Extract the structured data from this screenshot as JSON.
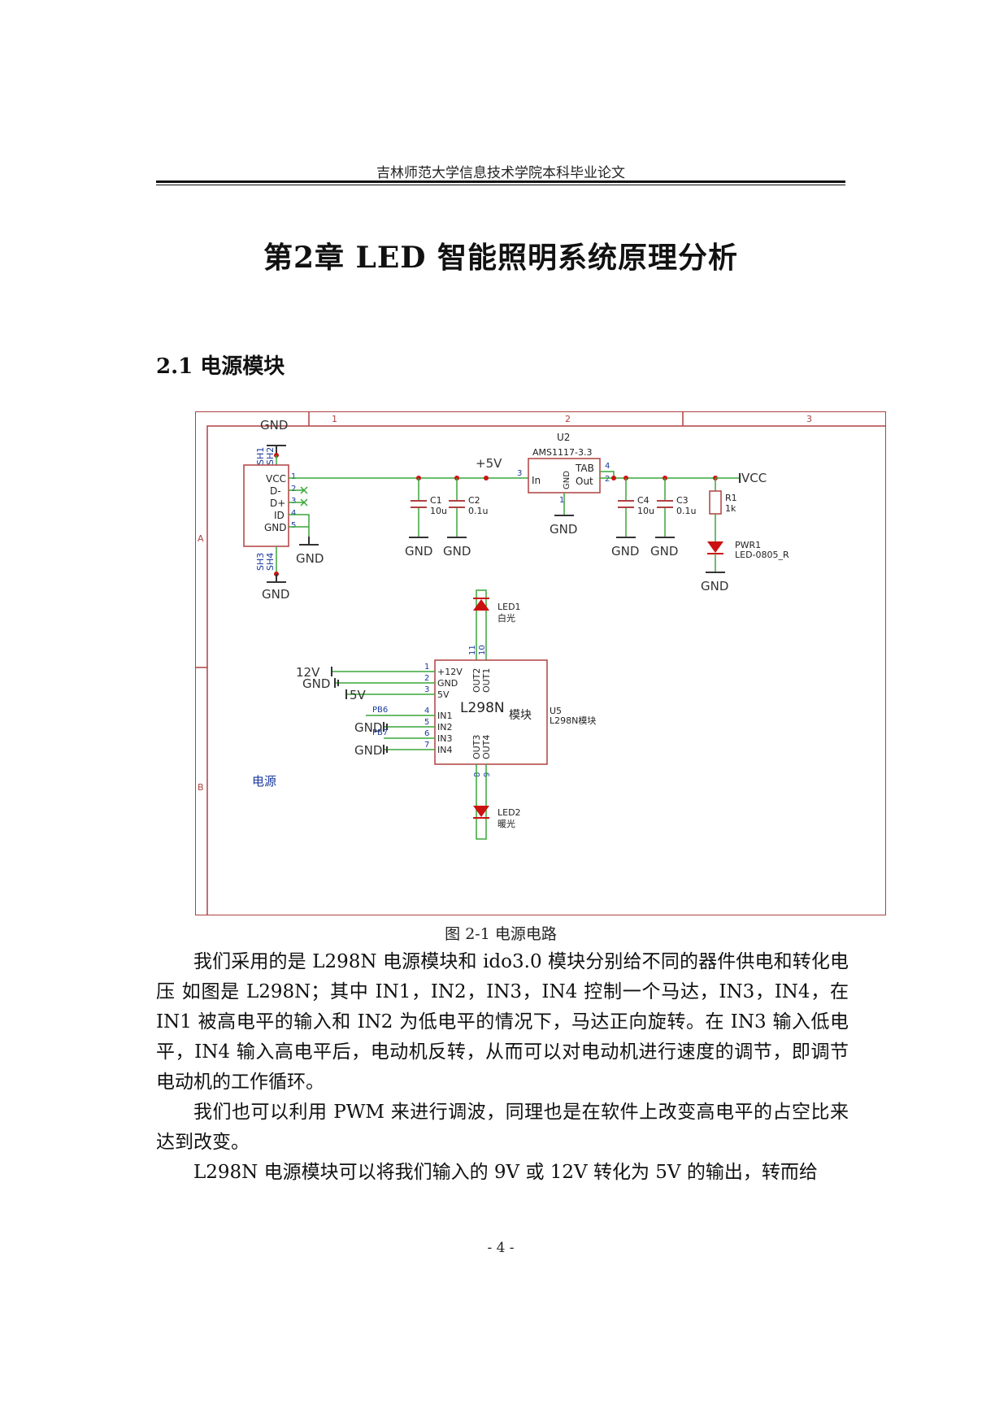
{
  "header": {
    "title": "吉林师范大学信息技术学院本科毕业论文"
  },
  "chapter": {
    "title": "第2章 LED 智能照明系统原理分析"
  },
  "section": {
    "title": "2.1 电源模块"
  },
  "figure": {
    "caption": "图 2-1 电源电路",
    "frame": {
      "col_markers": [
        "1",
        "2",
        "3"
      ],
      "row_markers": [
        "A",
        "B"
      ]
    },
    "labels": {
      "gnd": "GND",
      "vcc": "VCC",
      "plus5v": "+5V",
      "u2_ref": "U2",
      "u2_part": "AMS1117-3.3",
      "u2_in": "In",
      "u2_gnd": "GND",
      "u2_tab": "TAB",
      "u2_out": "Out",
      "c1_ref": "C1",
      "c1_val": "10u",
      "c2_ref": "C2",
      "c2_val": "0.1u",
      "c4_ref": "C4",
      "c4_val": "10u",
      "c3_ref": "C3",
      "c3_val": "0.1u",
      "r1_ref": "R1",
      "r1_val": "1k",
      "pwr1_ref": "PWR1",
      "pwr1_part": "LED-0805_R",
      "usb_pins": [
        "VCC",
        "D-",
        "D+",
        "ID",
        "GND"
      ],
      "usb_pin_nums": [
        "1",
        "2",
        "3",
        "4",
        "5"
      ],
      "sh_labels": [
        "SH1",
        "SH2",
        "SH3",
        "SH4"
      ],
      "led1_ref": "LED1",
      "led1_desc": "白光",
      "led2_ref": "LED2",
      "led2_desc": "暖光",
      "u5_name": "L298N",
      "u5_mod": "模块",
      "u5_ref": "U5",
      "u5_desc": "L298N模块",
      "u5_left_pins": [
        "+12V",
        "GND",
        "5V",
        "IN1",
        "IN2",
        "IN3",
        "IN4"
      ],
      "u5_left_nums": [
        "1",
        "2",
        "3",
        "4",
        "5",
        "6",
        "7"
      ],
      "u5_top_pins": [
        "OUT2",
        "OUT1"
      ],
      "u5_top_nums": [
        "11",
        "10"
      ],
      "u5_bot_pins": [
        "OUT3",
        "OUT4"
      ],
      "u5_bot_nums": [
        "8",
        "9"
      ],
      "net_12v": "12V",
      "net_5v": "5V",
      "net_pb6": "PB6",
      "net_pb7": "PB7",
      "power_label": "电源"
    }
  },
  "body": {
    "para1": "我们采用的是 L298N 电源模块和 ido3.0 模块分别给不同的器件供电和转化电压 如图是 L298N；其中 IN1，IN2，IN3，IN4 控制一个马达，IN3，IN4，在 IN1 被高电平的输入和 IN2 为低电平的情况下，马达正向旋转。在 IN3 输入低电平，IN4 输入高电平后，电动机反转，从而可以对电动机进行速度的调节，即调节电动机的工作循环。",
    "para2": "我们也可以利用 PWM 来进行调波，同理也是在软件上改变高电平的占空比来达到改变。",
    "para3": "L298N 电源模块可以将我们输入的 9V 或 12V 转化为 5V 的输出，转而给"
  },
  "footer": {
    "page": "- 4 -"
  },
  "colors": {
    "wire": "#3aa63a",
    "frame": "#b04040",
    "label_blue": "#1a3aa0",
    "led_red": "#cc1111"
  }
}
